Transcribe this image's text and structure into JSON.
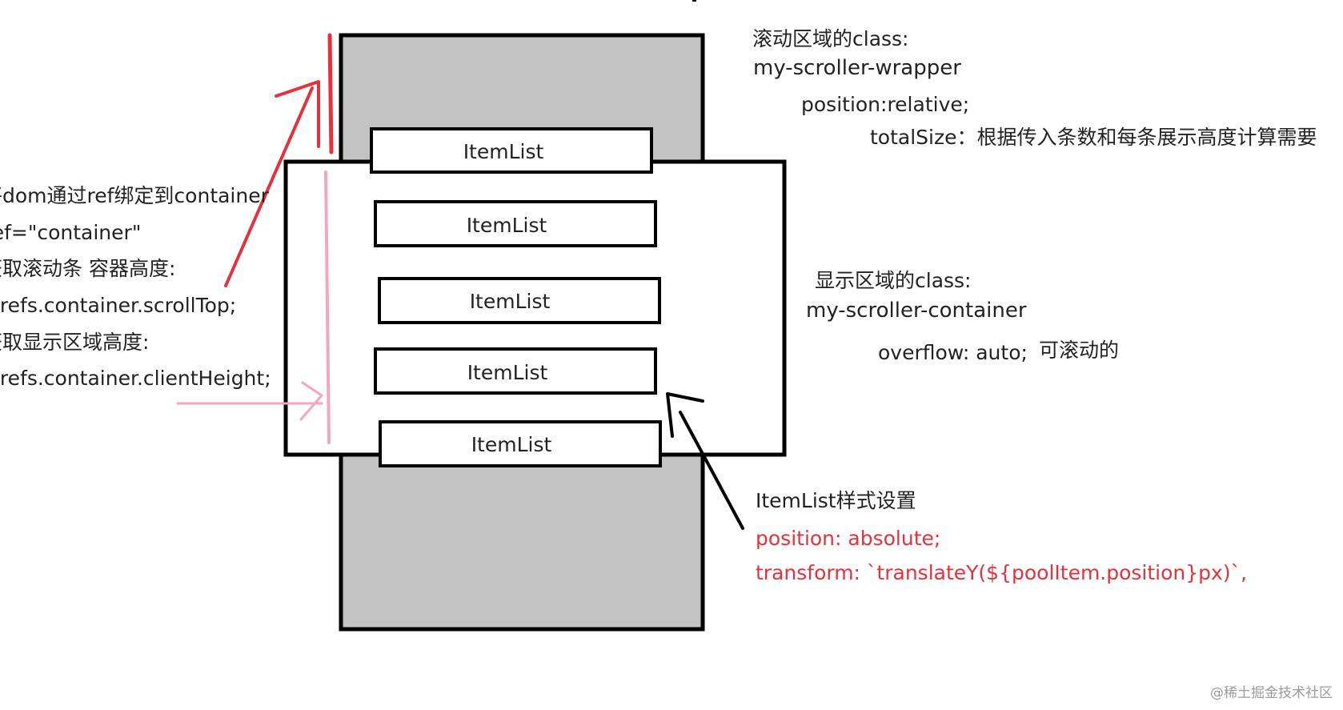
{
  "colors": {
    "box_stroke": "#000000",
    "wrapper_fill": "#c3c3c3",
    "text": "#222222",
    "highlight_text": "#e8303a",
    "red_arrow": "#e8303a",
    "pink_arrow": "#f6a6bc",
    "watermark": "#9a9a9a"
  },
  "items": [
    {
      "label": "ItemList"
    },
    {
      "label": "ItemList"
    },
    {
      "label": "ItemList"
    },
    {
      "label": "ItemList"
    },
    {
      "label": "ItemList"
    }
  ],
  "wrapper_note": {
    "title": "滚动区域的class:",
    "class_name": "my-scroller-wrapper",
    "style": "position:relative;",
    "detail": "totalSize：根据传入条数和每条展示高度计算需要"
  },
  "container_note": {
    "title": "显示区域的class:",
    "class_name": "my-scroller-container",
    "style": "overflow: auto;",
    "style_note": "可滚动的"
  },
  "ref_note": {
    "line1": "将dom通过ref绑定到container",
    "line2": "ref=\"container\"",
    "line3": "获取滚动条  容器高度:",
    "line4": "$refs.container.scrollTop;",
    "line5": "获取显示区域高度:",
    "line6": "$refs.container.clientHeight;"
  },
  "item_note": {
    "title": "ItemList样式设置",
    "line1": "position: absolute;",
    "line2": "transform: `translateY(${poolItem.position}px)`,"
  },
  "watermark": "@稀土掘金技术社区"
}
